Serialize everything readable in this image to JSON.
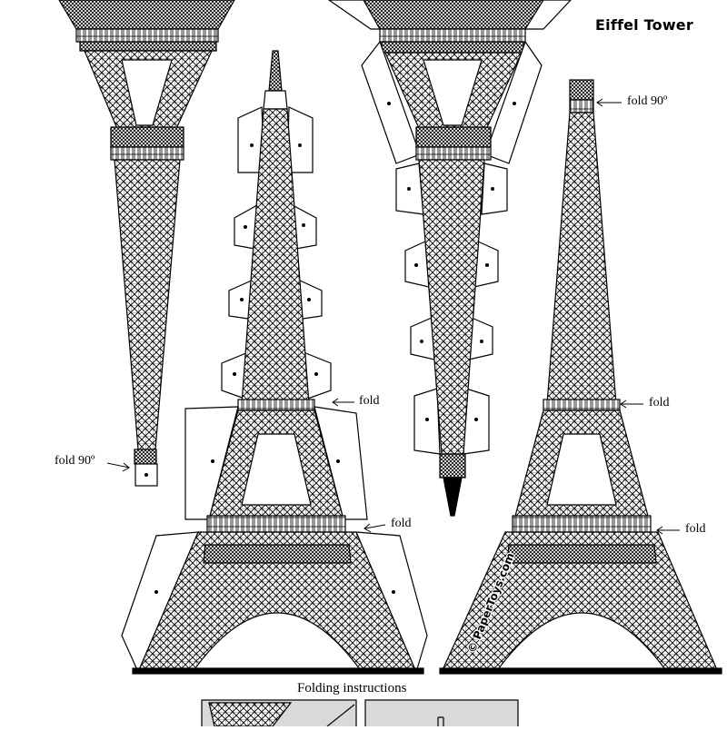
{
  "header": {
    "title": "Eiffel Tower"
  },
  "labels": {
    "fold_left_90": "fold 90º",
    "fold_right_90": "fold 90º",
    "fold_mid_upper": "fold",
    "fold_mid_lower": "fold",
    "fold_right_upper": "fold",
    "fold_right_lower": "fold"
  },
  "watermark": "© PaperToys.com",
  "footer": {
    "caption": "Folding instructions"
  },
  "colors": {
    "ink": "#000000",
    "paper": "#ffffff",
    "panel": "#d9d9d9"
  }
}
